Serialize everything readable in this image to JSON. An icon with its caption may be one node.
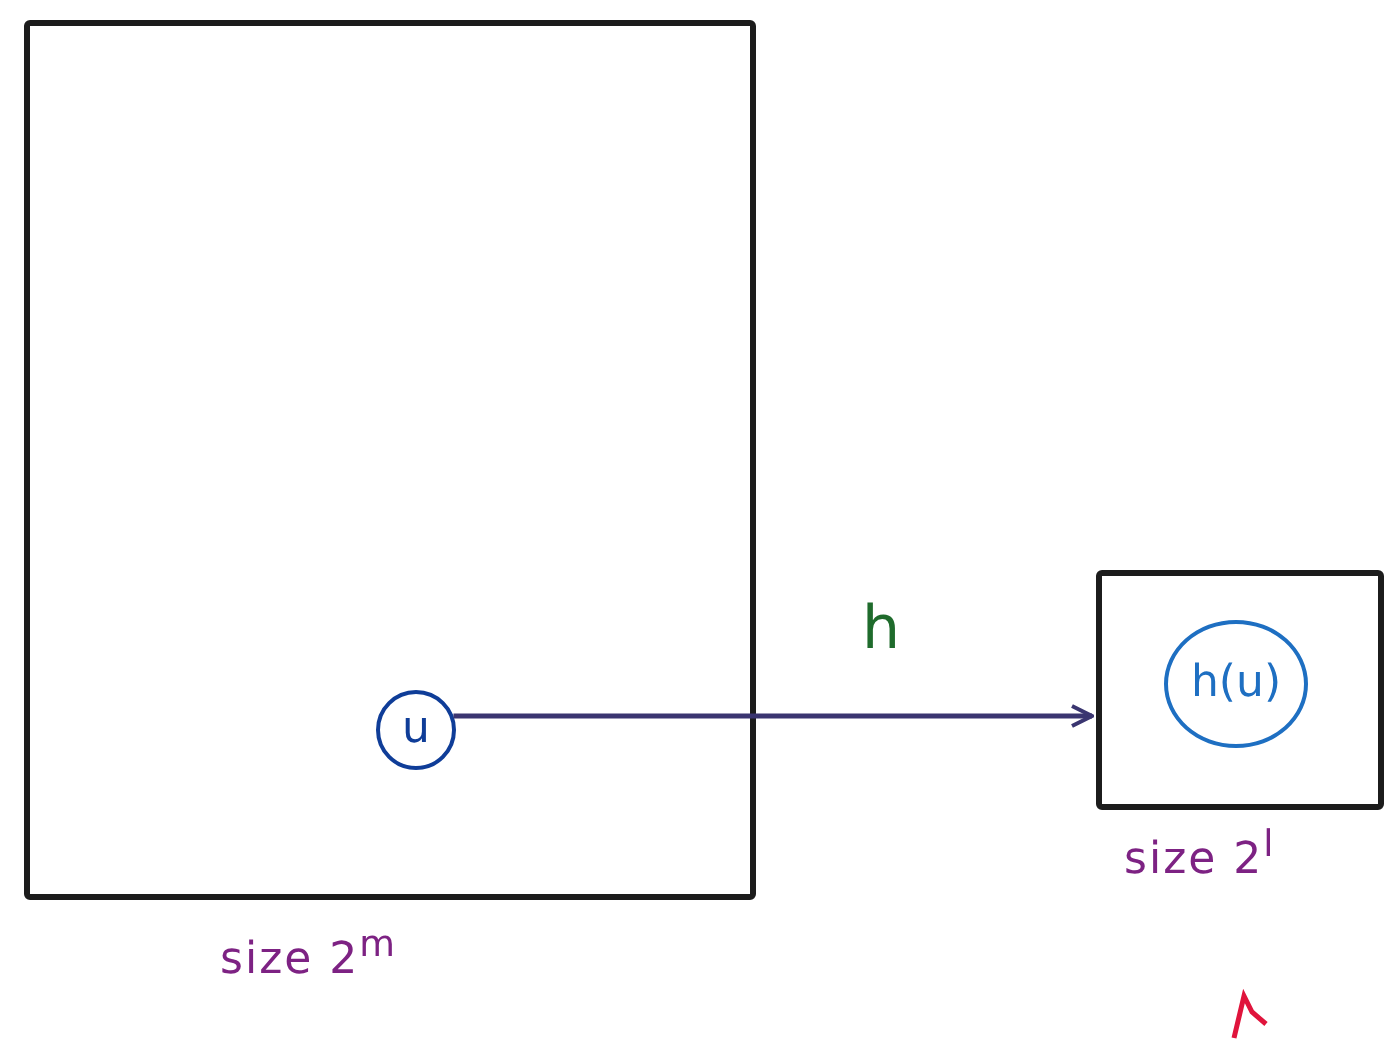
{
  "diagram": {
    "nodes": [
      {
        "text": [],
        "shape": "box",
        "beside": [
          "size 2$^{m}$"
        ]
      },
      {
        "text": [
          "u"
        ],
        "in": 0
      },
      {
        "text": [],
        "shape": "box",
        "beside": [
          "size 2$^{l}$"
        ]
      },
      {
        "text": [
          "h(u)"
        ],
        "in": 2
      }
    ],
    "edges": [
      {
        "from": 1,
        "to": 2,
        "arrow": "to",
        "label": "h"
      }
    ]
  }
}
